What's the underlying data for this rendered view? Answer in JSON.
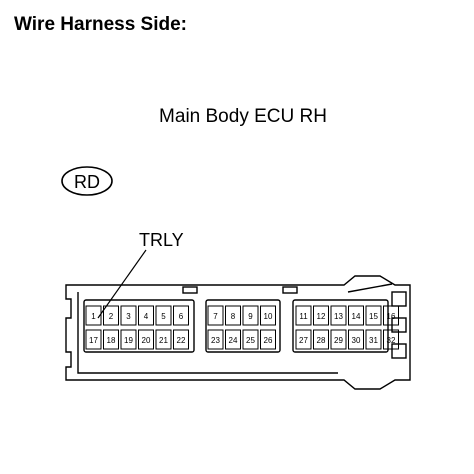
{
  "title": "Wire Harness Side:",
  "component_name": "Main Body ECU RH",
  "connector_color_code": "RD",
  "callout_label": "TRLY",
  "pin_rows": {
    "top": [
      [
        "1",
        "2",
        "3",
        "4",
        "5",
        "6"
      ],
      [
        "7",
        "8",
        "9",
        "10"
      ],
      [
        "11",
        "12",
        "13",
        "14",
        "15",
        "16"
      ]
    ],
    "bottom": [
      [
        "17",
        "18",
        "19",
        "20",
        "21",
        "22"
      ],
      [
        "23",
        "24",
        "25",
        "26"
      ],
      [
        "27",
        "28",
        "29",
        "30",
        "31",
        "32"
      ]
    ]
  }
}
